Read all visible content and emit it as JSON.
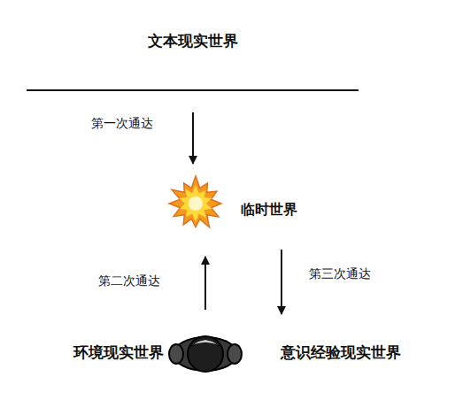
{
  "diagram": {
    "nodes": [
      {
        "text": [
          "文本现实世界"
        ]
      },
      {
        "text": [
          "临时世界"
        ]
      },
      {
        "text": [
          "环境现实世界"
        ]
      },
      {
        "text": [
          "意识经验现实世界"
        ]
      }
    ],
    "edges": [
      {
        "from": 0,
        "to": 1,
        "arrow": "to",
        "label": "第一次通达"
      },
      {
        "from": 2,
        "to": 1,
        "arrow": "to",
        "label": "第二次通达"
      },
      {
        "from": 1,
        "to": 3,
        "arrow": "to",
        "label": "第三次通达"
      }
    ]
  }
}
